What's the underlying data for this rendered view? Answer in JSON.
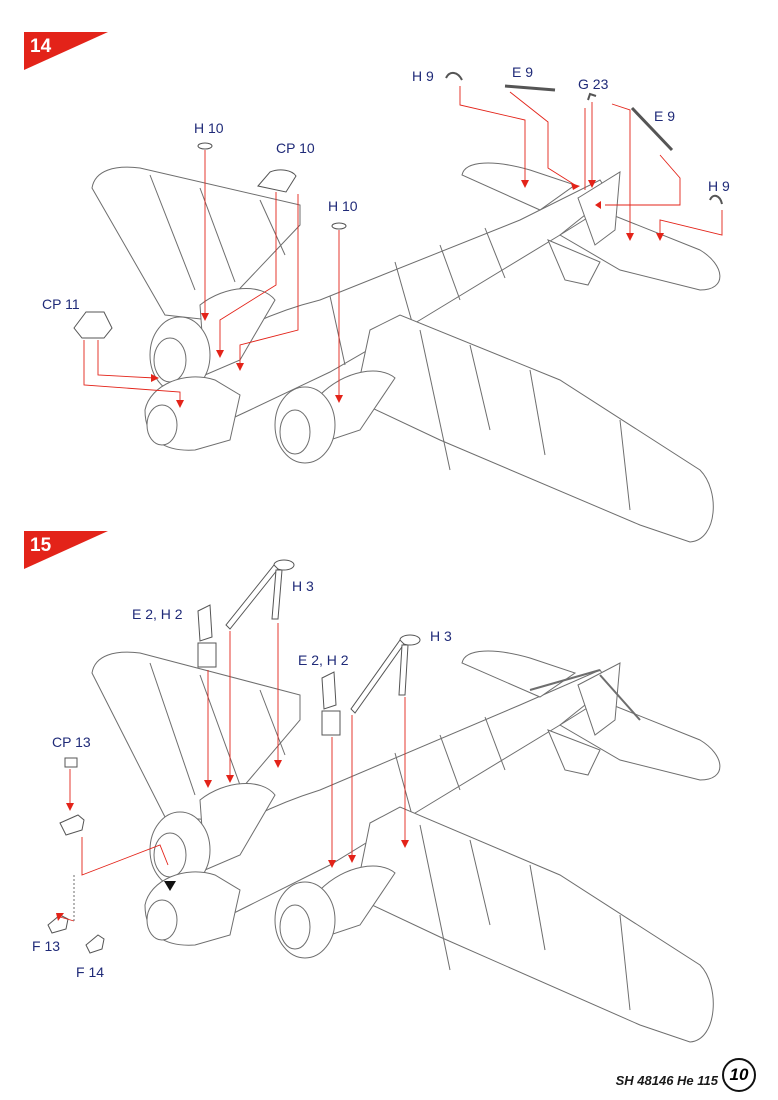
{
  "colors": {
    "accent_red": "#e32319",
    "label_blue": "#1f2a78",
    "line_gray": "#6e6e6e"
  },
  "steps": [
    {
      "number": "14",
      "parts": [
        "H 9",
        "E 9",
        "G 23",
        "E 9",
        "H 9",
        "H 10",
        "CP 10",
        "H 10",
        "CP 11"
      ]
    },
    {
      "number": "15",
      "parts": [
        "H 3",
        "E 2, H 2",
        "H 3",
        "E 2, H 2",
        "CP 13",
        "F 13",
        "F 14"
      ]
    }
  ],
  "footer": {
    "code": "SH 48146 He 115",
    "page": "10"
  }
}
